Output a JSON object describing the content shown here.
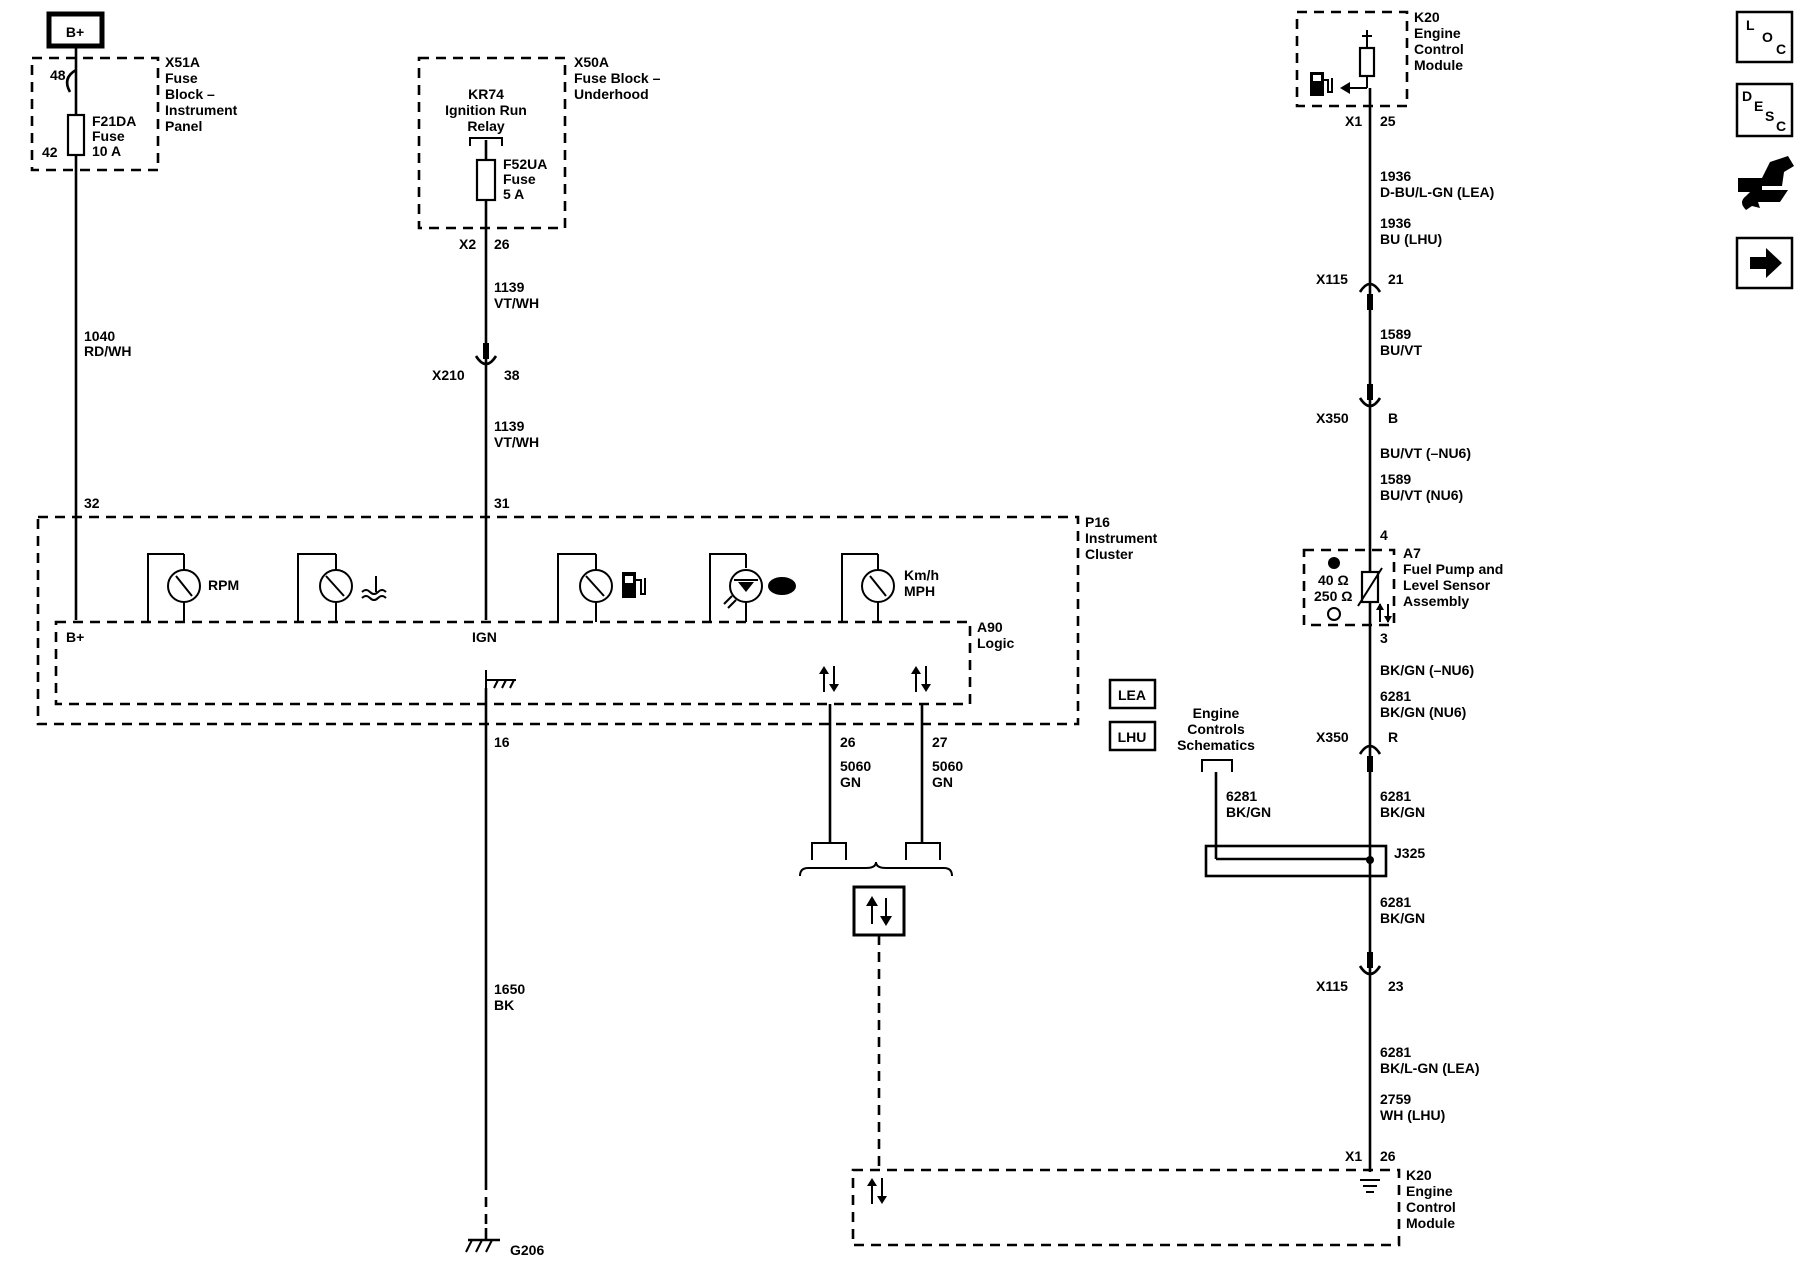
{
  "supply": {
    "bplus": "B+"
  },
  "x51a": {
    "conn": "X51A",
    "title": [
      "Fuse",
      "Block –",
      "Instrument",
      "Panel"
    ],
    "pin_top": "48",
    "pin_bottom": "42",
    "fuse": [
      "F21DA",
      "Fuse",
      "10 A"
    ]
  },
  "w1040": {
    "circuit": "1040",
    "color": "RD/WH"
  },
  "x50a": {
    "conn": "X50A",
    "title": [
      "Fuse Block –",
      "Underhood"
    ],
    "relay": [
      "KR74",
      "Ignition Run",
      "Relay"
    ],
    "fuse": [
      "F52UA",
      "Fuse",
      "5 A"
    ],
    "x2": "X2",
    "pin": "26"
  },
  "w1139a": {
    "circuit": "1139",
    "color": "VT/WH"
  },
  "x210": {
    "conn": "X210",
    "pin": "38"
  },
  "w1139b": {
    "circuit": "1139",
    "color": "VT/WH"
  },
  "p16": {
    "pin_bplus": "32",
    "pin_ign": "31",
    "title": [
      "P16",
      "Instrument",
      "Cluster"
    ],
    "rpm": "RPM",
    "speed": [
      "Km/h",
      "MPH"
    ]
  },
  "a90": {
    "title": [
      "A90",
      "Logic"
    ],
    "bplus": "B+",
    "ign": "IGN"
  },
  "ground_wire": {
    "pin": "16",
    "circuit": "1650",
    "color": "BK",
    "ground": "G206"
  },
  "can": {
    "pin1": "26",
    "pin2": "27",
    "circuit": "5060",
    "color": "GN"
  },
  "options": {
    "lea": "LEA",
    "lhu": "LHU"
  },
  "ecs": [
    "Engine",
    "Controls",
    "Schematics"
  ],
  "k20_top": {
    "title": [
      "K20",
      "Engine",
      "Control",
      "Module"
    ],
    "x1": "X1",
    "pin": "25"
  },
  "w1936": {
    "c1": "1936",
    "col1": "D-BU/L-GN (LEA)",
    "c2": "1936",
    "col2": "BU (LHU)"
  },
  "x115a": {
    "conn": "X115",
    "pin": "21"
  },
  "w1589": {
    "circuit": "1589",
    "color": "BU/VT"
  },
  "x350b": {
    "conn": "X350",
    "pin": "B"
  },
  "w1589b": {
    "color_nu6n": "BU/VT (–NU6)",
    "circuit": "1589",
    "color_nu6": "BU/VT (NU6)"
  },
  "a7": {
    "pin_top": "4",
    "pin_bottom": "3",
    "title": [
      "A7",
      "Fuel Pump and",
      "Level Sensor",
      "Assembly"
    ],
    "r1": "40 Ω",
    "r2": "250 Ω"
  },
  "w6281a": {
    "color_nu6n": "BK/GN (–NU6)",
    "circuit": "6281",
    "color_nu6": "BK/GN (NU6)"
  },
  "x350r": {
    "conn": "X350",
    "pin": "R"
  },
  "w6281b": {
    "circuit": "6281",
    "color": "BK/GN"
  },
  "w6281c": {
    "circuit": "6281",
    "color": "BK/GN"
  },
  "j325": {
    "name": "J325"
  },
  "w6281d": {
    "circuit": "6281",
    "color": "BK/GN"
  },
  "x115b": {
    "conn": "X115",
    "pin": "23"
  },
  "w_bottom": {
    "c1": "6281",
    "col1": "BK/L-GN (LEA)",
    "c2": "2759",
    "col2": "WH (LHU)"
  },
  "k20_bottom": {
    "x1": "X1",
    "pin": "26",
    "title": [
      "K20",
      "Engine",
      "Control",
      "Module"
    ]
  },
  "nav": {
    "loc": [
      "L",
      "O",
      "C"
    ],
    "desc": [
      "D",
      "E",
      "S",
      "C"
    ]
  }
}
